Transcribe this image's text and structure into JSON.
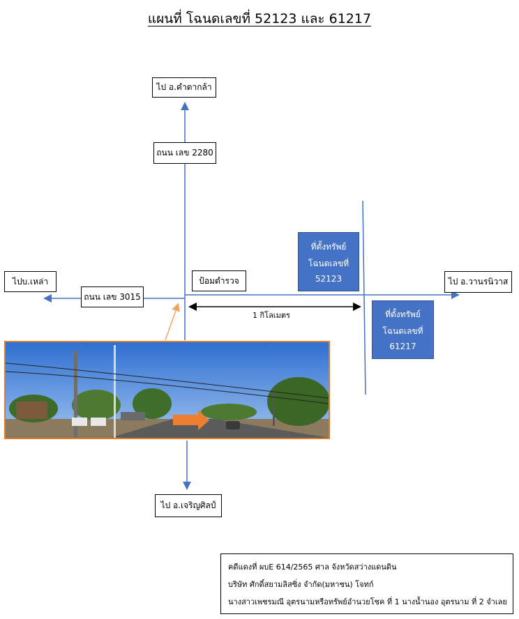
{
  "title": "แผนที่ โฉนดเลขที่ 52123 และ 61217",
  "labels": {
    "north_dest": "ไป อ.คำตากล้า",
    "north_road": "ถนน เลข 2280",
    "west_dest": "ไปบ.เหล่า",
    "west_road": "ถนน เลข 3015",
    "police_box": "ป้อมตำรวจ",
    "east_dest": "ไป อ.วานรนิวาส",
    "south_dest": "ไป อ.เจริญศิลป์",
    "distance": "1 กิโลเมตร"
  },
  "properties": [
    {
      "line1": "ที่ตั้งทรัพย์",
      "line2": "โฉนดเลขที่",
      "deed": "52123"
    },
    {
      "line1": "ที่ตั้งทรัพย์",
      "line2": "โฉนดเลขที่",
      "deed": "61217"
    }
  ],
  "footer": {
    "line1": "คดีแดงที่ ผบE 614/2565   ศาล จังหวัดสว่างแดนดิน",
    "line2": "บริษัท ศักดิ์สยามลิสซิ่ง จำกัด(มหาชน)  โจทก์",
    "line3": "นางสาวเพชรมณี อุตรนามหรือทรัพย์อำนวยโชค ที่ 1 นางน้ำนอง  อุตรนาม ที่ 2  จำเลย"
  },
  "colors": {
    "road": "#4472c4",
    "property_fill": "#4472c4",
    "photo_border": "#e07b2a",
    "pointer_arrow": "#f4a460"
  }
}
